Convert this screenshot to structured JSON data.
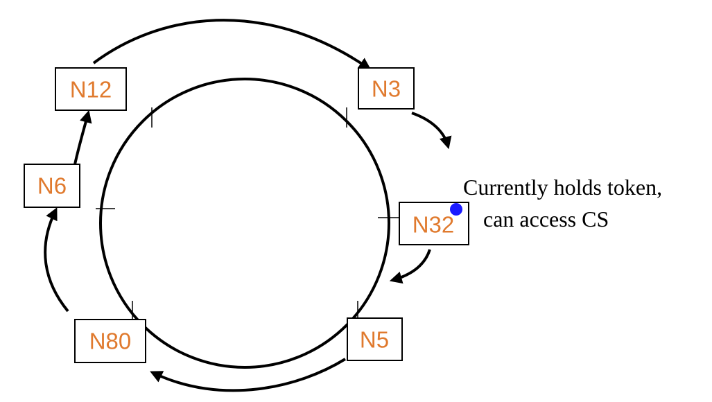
{
  "colors": {
    "node_label": "#e07a2e",
    "token": "#1a1aff",
    "line": "#000000"
  },
  "nodes": [
    {
      "id": "n12",
      "label": "N12"
    },
    {
      "id": "n3",
      "label": "N3"
    },
    {
      "id": "n6",
      "label": "N6"
    },
    {
      "id": "n32",
      "label": "N32"
    },
    {
      "id": "n80",
      "label": "N80"
    },
    {
      "id": "n5",
      "label": "N5"
    }
  ],
  "annotation": {
    "line1": "Currently holds token,",
    "line2": "can access CS"
  },
  "token_holder": "N32"
}
